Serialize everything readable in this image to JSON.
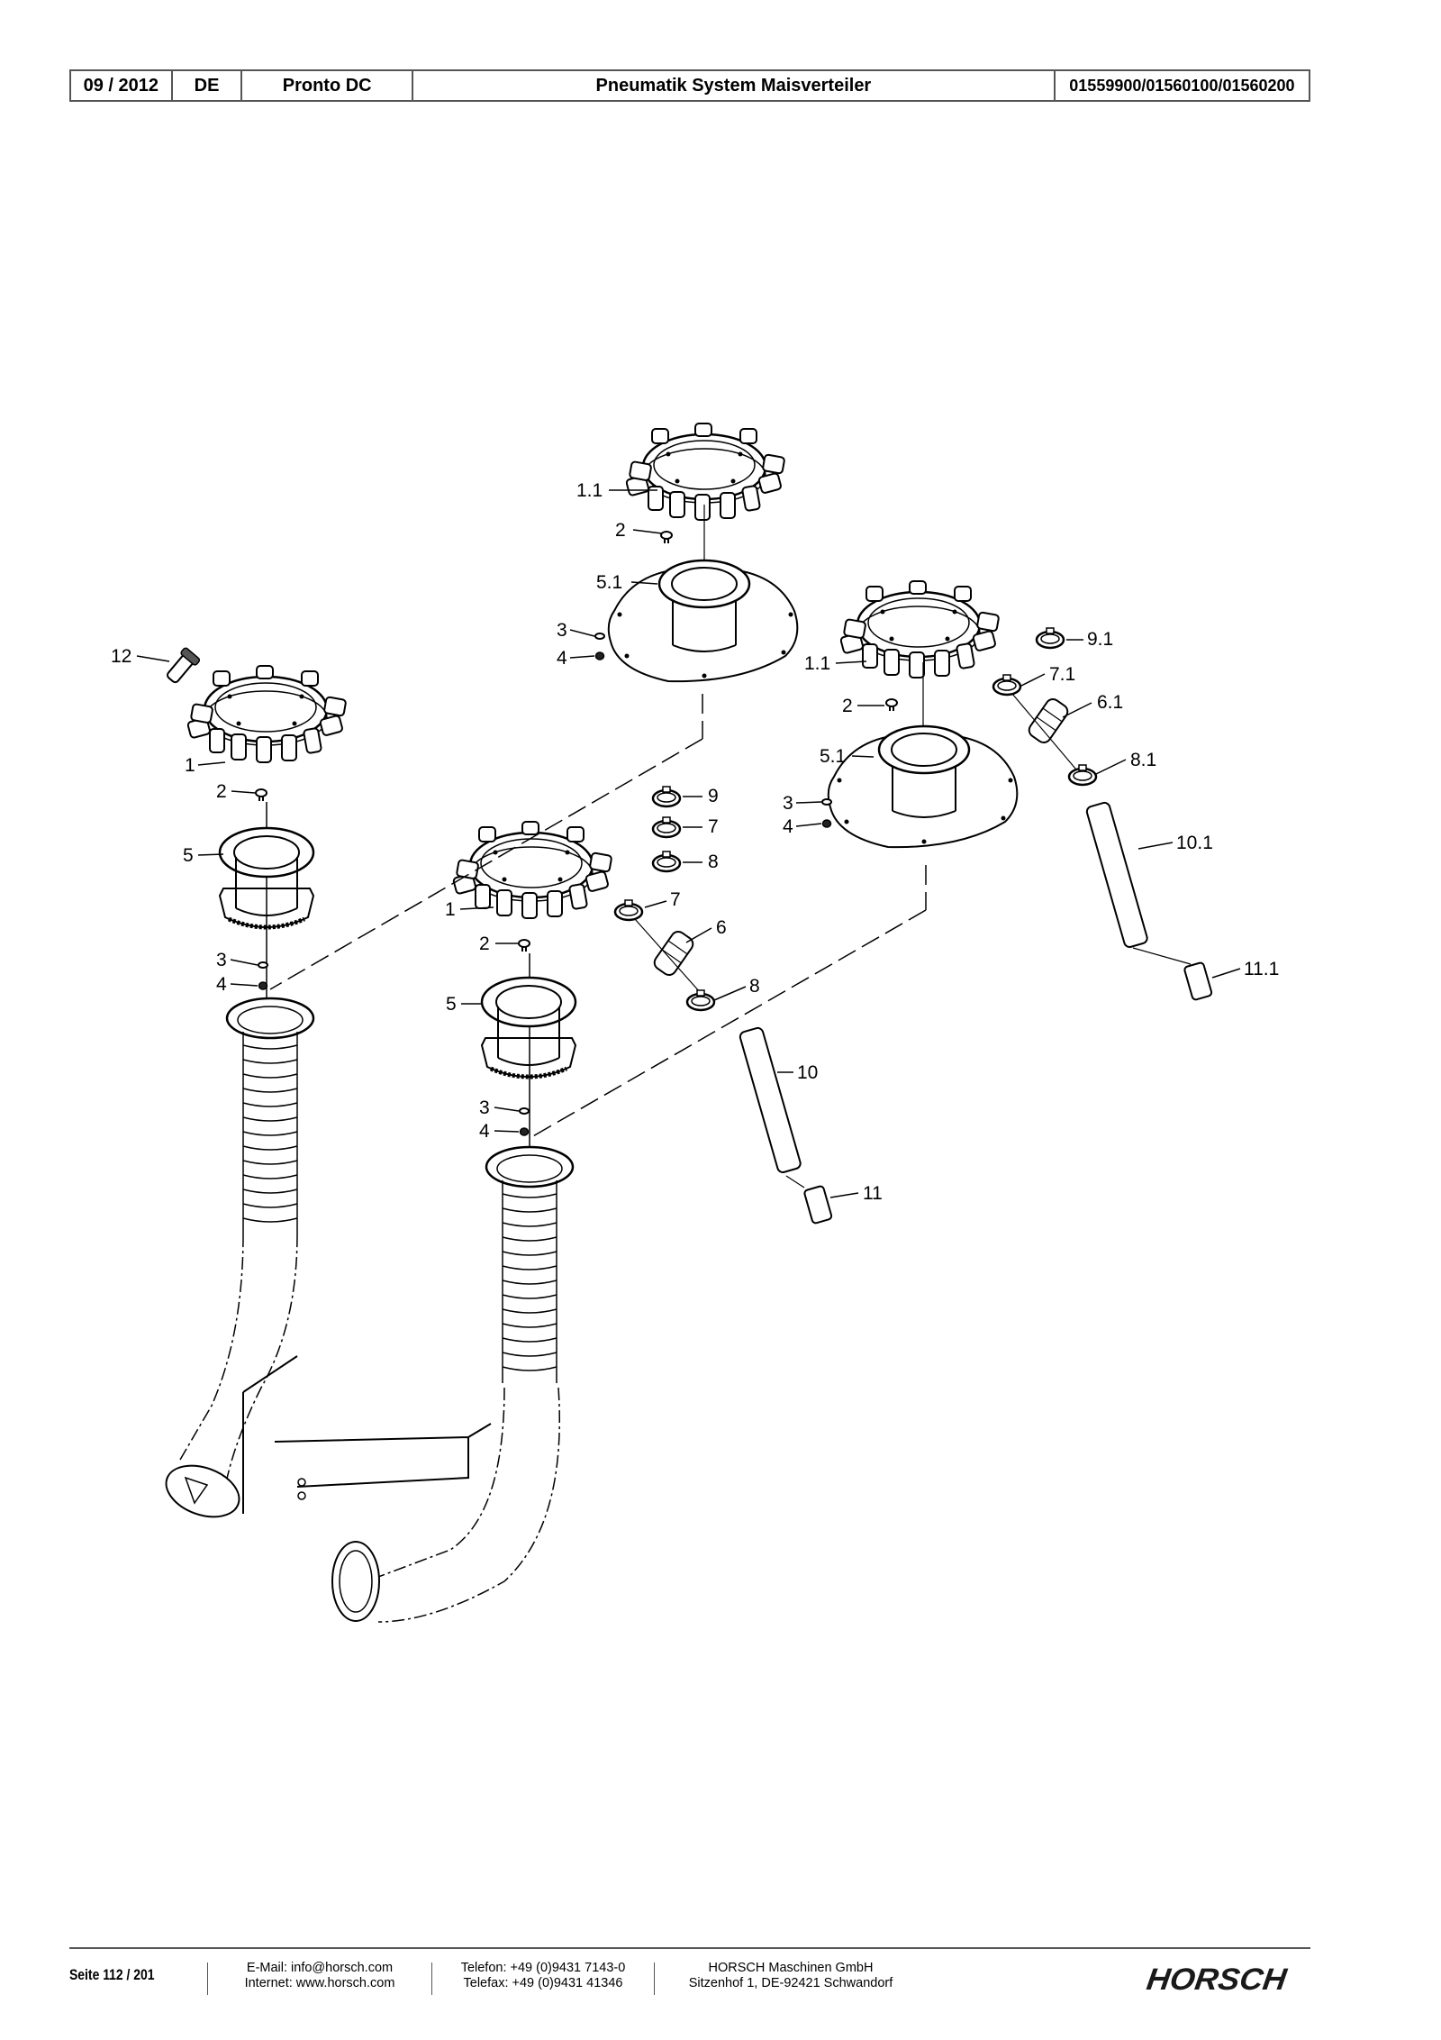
{
  "header": {
    "date": "09 / 2012",
    "language": "DE",
    "model": "Pronto DC",
    "title": "Pneumatik System Maisverteiler",
    "part_numbers": "01559900/01560100/01560200"
  },
  "callouts": [
    "1.1",
    "2",
    "5.1",
    "3",
    "4",
    "12",
    "1",
    "2",
    "5",
    "3",
    "4",
    "9",
    "7",
    "8",
    "1",
    "7",
    "6",
    "2",
    "5",
    "8",
    "3",
    "4",
    "10",
    "11",
    "1.1",
    "9.1",
    "7.1",
    "6.1",
    "2",
    "5.1",
    "3",
    "4",
    "8.1",
    "10.1",
    "11.1"
  ],
  "footer": {
    "page": "Seite 112 / 201",
    "email": "E-Mail: info@horsch.com",
    "internet": "Internet: www.horsch.com",
    "phone": "Telefon: +49 (0)9431 7143-0",
    "fax": "Telefax: +49 (0)9431 41346",
    "company": "HORSCH Maschinen GmbH",
    "address": "Sitzenhof 1, DE-92421 Schwandorf",
    "logo": "HORSCH"
  }
}
